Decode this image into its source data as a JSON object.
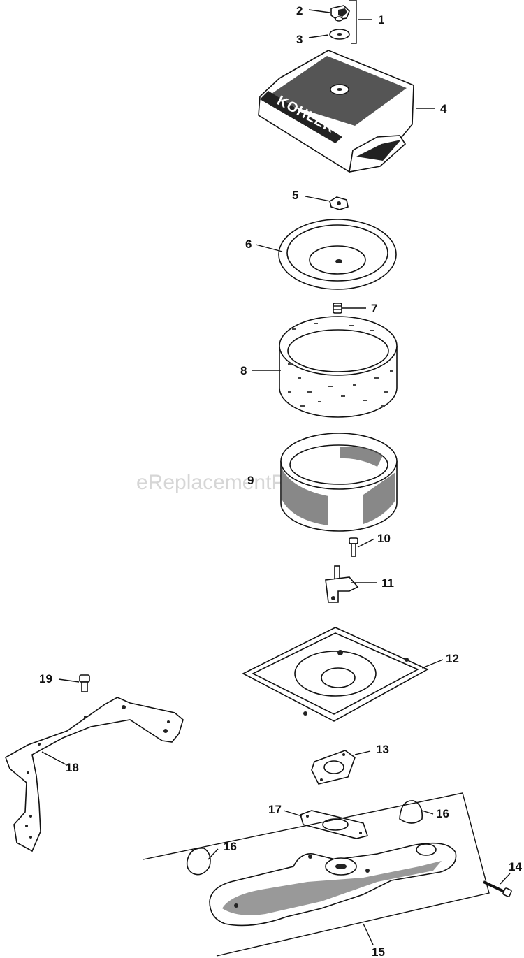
{
  "watermark": "eReplacementParts.com",
  "brand_logo": "KOHLER",
  "callouts": [
    {
      "id": "callout-1",
      "text": "1"
    },
    {
      "id": "callout-2",
      "text": "2"
    },
    {
      "id": "callout-3",
      "text": "3"
    },
    {
      "id": "callout-4",
      "text": "4"
    },
    {
      "id": "callout-5",
      "text": "5"
    },
    {
      "id": "callout-6",
      "text": "6"
    },
    {
      "id": "callout-7",
      "text": "7"
    },
    {
      "id": "callout-8",
      "text": "8"
    },
    {
      "id": "callout-9",
      "text": "9"
    },
    {
      "id": "callout-10",
      "text": "10"
    },
    {
      "id": "callout-11",
      "text": "11"
    },
    {
      "id": "callout-12",
      "text": "12"
    },
    {
      "id": "callout-13",
      "text": "13"
    },
    {
      "id": "callout-14",
      "text": "14"
    },
    {
      "id": "callout-15",
      "text": "15"
    },
    {
      "id": "callout-16a",
      "text": "16"
    },
    {
      "id": "callout-16b",
      "text": "16"
    },
    {
      "id": "callout-17",
      "text": "17"
    },
    {
      "id": "callout-18",
      "text": "18"
    },
    {
      "id": "callout-19",
      "text": "19"
    }
  ]
}
